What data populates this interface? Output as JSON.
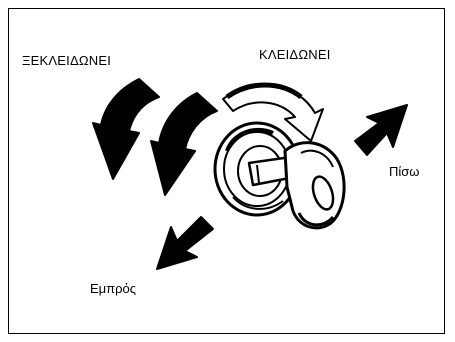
{
  "labels": {
    "unlock": "ΞΕΚΛΕΙΔΩΝΕΙ",
    "lock": "ΚΛΕΙΔΩΝΕΙ",
    "back": "Πίσω",
    "front": "Εμπρός"
  },
  "colors": {
    "ink": "#000000",
    "paper": "#ffffff",
    "shade": "#d8d8d8"
  },
  "icons": {
    "lock_cylinder": "lock-cylinder-icon",
    "key": "key-icon"
  }
}
